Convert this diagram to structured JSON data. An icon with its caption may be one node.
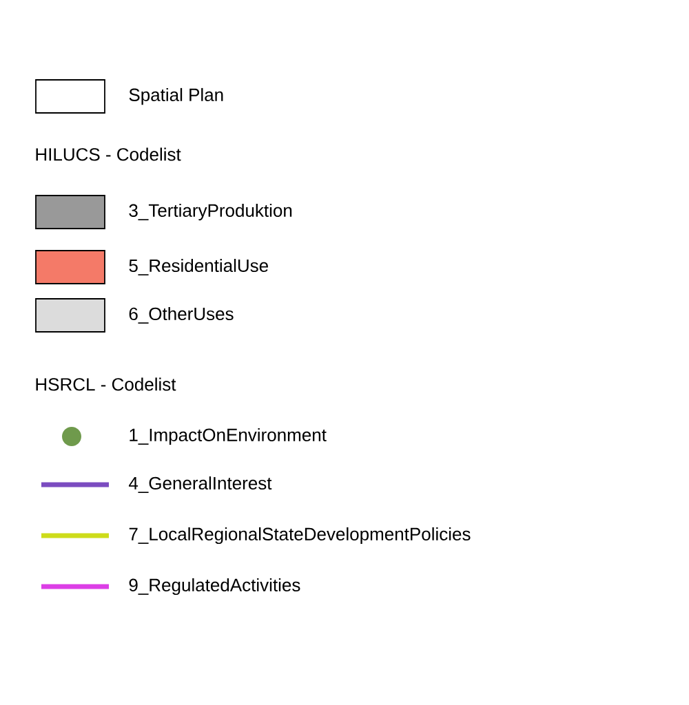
{
  "diagram": {
    "labels": [
      "HILUCS  -  Codelist",
      "HSRCL   -  Codelist"
    ],
    "legend": [
      {
        "text": "Spatial Plan"
      },
      {
        "text": "3_TertiaryProduktion",
        "color": "#999999"
      },
      {
        "text": "5_ResidentialUse",
        "color": "#f47a68"
      },
      {
        "text": "6_OtherUses",
        "color": "#dcdcdc"
      },
      {
        "text": "1_ImpactOnEnvironment",
        "color": "#6f9a4c"
      },
      {
        "text": "4_GeneralInterest",
        "color": "#7b4cc0"
      },
      {
        "text": "7_LocalRegionalStateDevelopmentPolicies",
        "color": "#cddc1a"
      },
      {
        "text": "9_RegulatedActivities",
        "color": "#dc3ee6"
      }
    ]
  }
}
